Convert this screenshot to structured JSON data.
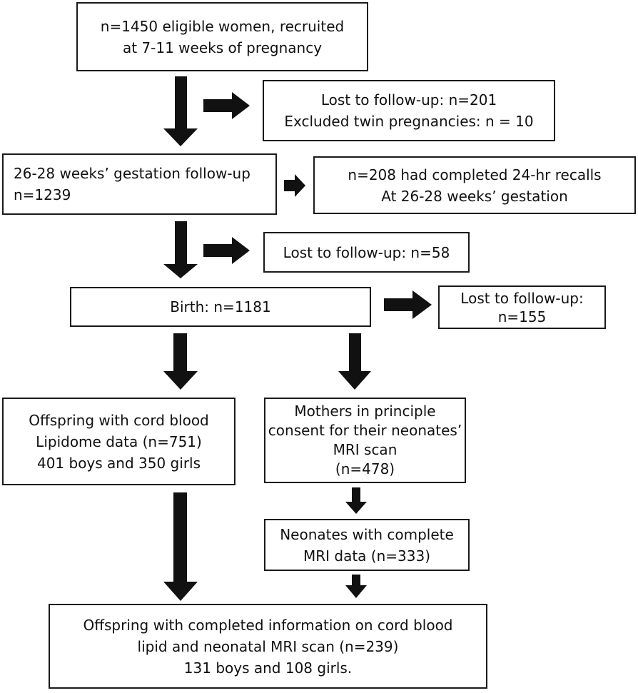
{
  "boxes": {
    "recruited": [
      "n=1450 eligible women, recruited",
      "at 7-11 weeks of pregnancy"
    ],
    "lost1": [
      "Lost to follow-up: n=201",
      "Excluded twin pregnancies: n = 10"
    ],
    "gestation": [
      "26-28 weeks’ gestation follow-up",
      "n=1239"
    ],
    "recalls": [
      "n=208 had completed 24-hr recalls",
      "At 26-28 weeks’ gestation"
    ],
    "lost2": [
      "Lost to follow-up: n=58"
    ],
    "birth": [
      "Birth: n=1181"
    ],
    "lost3": [
      "Lost to follow-up:",
      "n=155"
    ],
    "lipidome": [
      "Offspring with cord blood",
      "Lipidome data (n=751)",
      "401 boys and 350 girls"
    ],
    "consent": [
      "Mothers in principle",
      "consent for their neonates’",
      "MRI scan",
      "(n=478)"
    ],
    "mri": [
      "Neonates with complete",
      "MRI data (n=333)"
    ],
    "final": [
      "Offspring with completed information on cord blood",
      "lipid and neonatal MRI scan (n=239)",
      "131 boys and 108 girls."
    ]
  },
  "colors": {
    "border": "#1a1a1a",
    "arrow": "#111111",
    "text": "#111111"
  }
}
